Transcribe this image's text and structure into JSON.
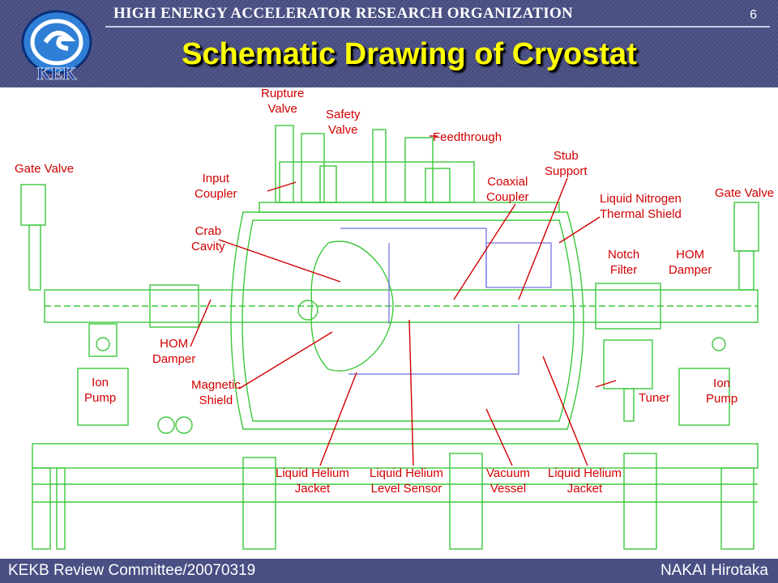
{
  "header": {
    "organization": "HIGH ENERGY ACCELERATOR RESEARCH ORGANIZATION",
    "page_number": "6",
    "title": "Schematic Drawing of Cryostat",
    "logo_text": "KEK"
  },
  "labels": {
    "gate_valve_left": "Gate Valve",
    "gate_valve_right": "Gate Valve",
    "rupture_valve_1": "Rupture",
    "rupture_valve_2": "Valve",
    "safety_valve_1": "Safety",
    "safety_valve_2": "Valve",
    "feedthrough": "Feedthrough",
    "input_coupler_1": "Input",
    "input_coupler_2": "Coupler",
    "crab_cavity_1": "Crab",
    "crab_cavity_2": "Cavity",
    "coaxial_coupler_1": "Coaxial",
    "coaxial_coupler_2": "Coupler",
    "stub_support_1": "Stub",
    "stub_support_2": "Support",
    "ln2_shield_1": "Liquid Nitrogen",
    "ln2_shield_2": "Thermal Shield",
    "notch_filter_1": "Notch",
    "notch_filter_2": "Filter",
    "hom_damper_right_1": "HOM",
    "hom_damper_right_2": "Damper",
    "hom_damper_left_1": "HOM",
    "hom_damper_left_2": "Damper",
    "ion_pump_left_1": "Ion",
    "ion_pump_left_2": "Pump",
    "ion_pump_right_1": "Ion",
    "ion_pump_right_2": "Pump",
    "magnetic_shield_1": "Magnetic",
    "magnetic_shield_2": "Shield",
    "tuner": "Tuner",
    "lhe_jacket_left_1": "Liquid Helium",
    "lhe_jacket_left_2": "Jacket",
    "lhe_level_1": "Liquid Helium",
    "lhe_level_2": "Level Sensor",
    "vacuum_vessel_1": "Vacuum",
    "vacuum_vessel_2": "Vessel",
    "lhe_jacket_right_1": "Liquid Helium",
    "lhe_jacket_right_2": "Jacket"
  },
  "footer": {
    "left": "KEKB Review Committee/20070319",
    "right": "NAKAI Hirotaka"
  },
  "colors": {
    "header_bg": "#4a4f84",
    "title": "#ffff00",
    "drawing_line": "#3cc83c",
    "drawing_alt": "#6a6ae0",
    "label": "#d10000"
  }
}
